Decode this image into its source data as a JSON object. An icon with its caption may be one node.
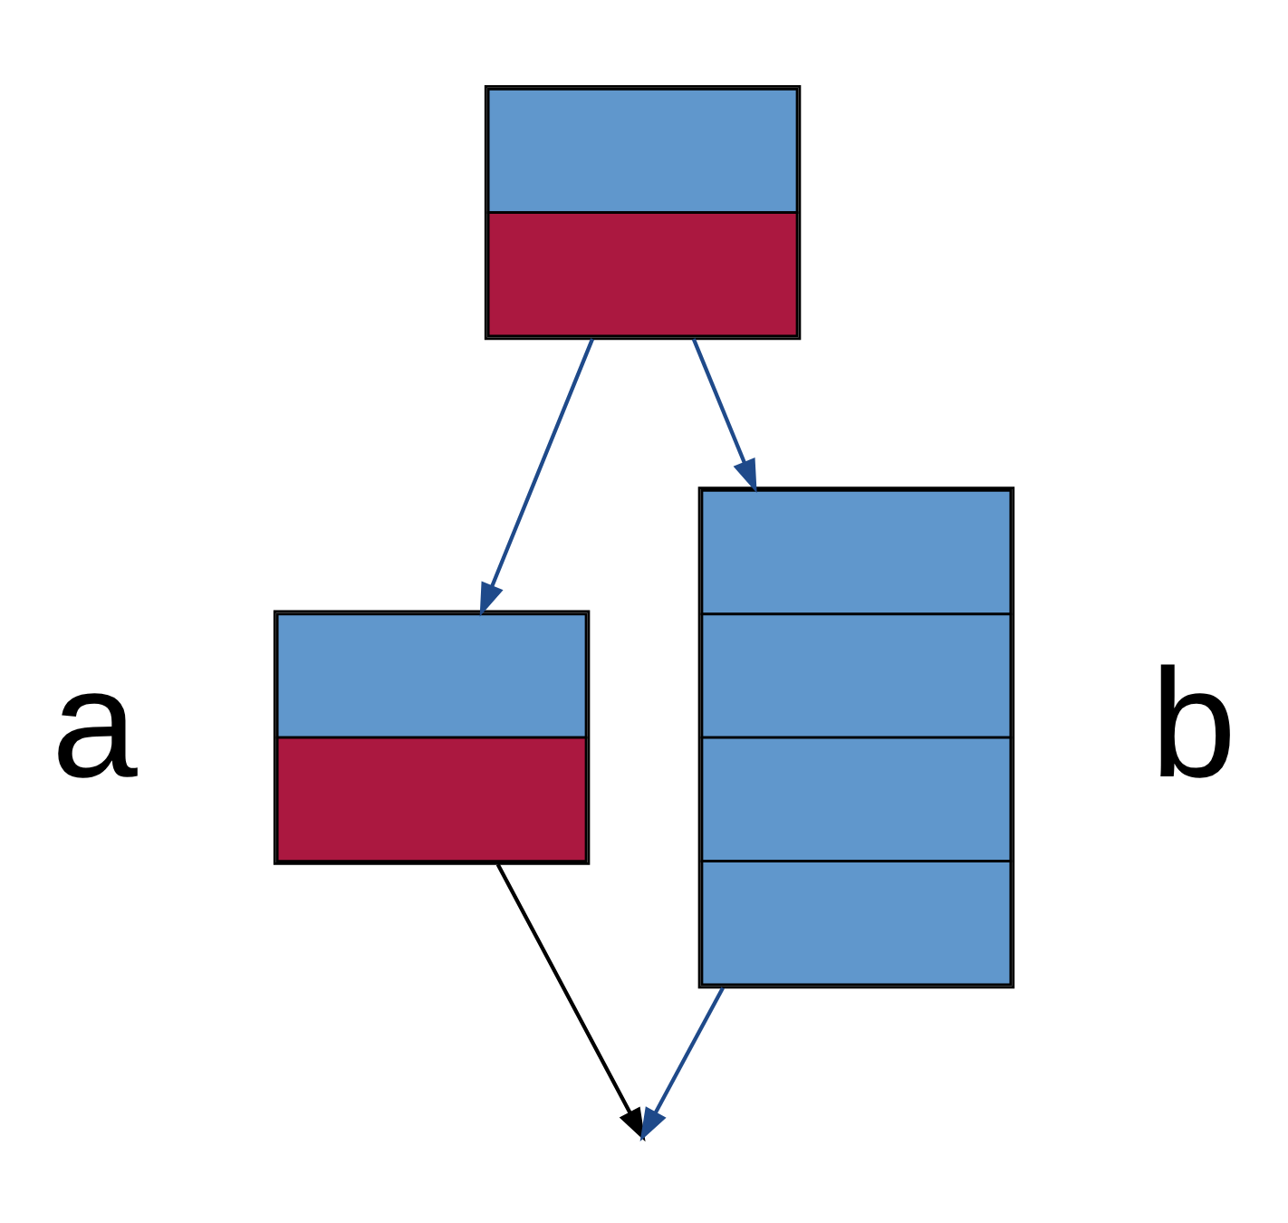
{
  "diagram": {
    "nodes": [
      {
        "text": [],
        "shape": "box"
      },
      {
        "text": [],
        "shape": "box",
        "beside": [
          "a"
        ]
      },
      {
        "text": [],
        "shape": "box",
        "beside": [
          "b"
        ]
      }
    ],
    "edges": [
      {
        "from": 0,
        "to": 1,
        "arrow": "to"
      },
      {
        "from": 0,
        "to": 2,
        "arrow": "to"
      },
      {
        "from": 1,
        "to": null,
        "arrow": "to",
        "color": "#000000"
      },
      {
        "from": 2,
        "to": null,
        "arrow": "to"
      }
    ]
  }
}
